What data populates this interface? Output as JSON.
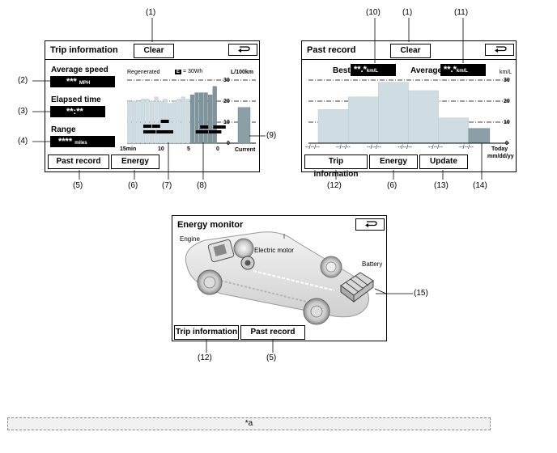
{
  "trip": {
    "title": "Trip information",
    "clear": "Clear",
    "avg_speed_label": "Average speed",
    "avg_speed_value": "***",
    "avg_speed_unit": "MPH",
    "elapsed_label": "Elapsed time",
    "elapsed_value": "**:**",
    "range_label": "Range",
    "range_value": "****",
    "range_unit": "miles",
    "regenerated": "Regenerated",
    "legend_glyph": "E",
    "legend_text": "= 30Wh",
    "unit": "L/100km",
    "x_ticks": [
      "15min",
      "10",
      "5",
      "0"
    ],
    "y_ticks": [
      "30",
      "20",
      "10",
      "0"
    ],
    "current": "Current",
    "past_record_btn": "Past record",
    "energy_btn": "Energy"
  },
  "past": {
    "title": "Past record",
    "clear": "Clear",
    "best_label": "Best",
    "best_value": "**.*",
    "best_unit": "km/L",
    "average_label": "Average",
    "average_value": "**.*",
    "average_unit": "km/L",
    "unit": "km/L",
    "y_ticks": [
      "30",
      "20",
      "10",
      "0"
    ],
    "date_ticks": [
      "--/--/--",
      "--/--/--",
      "--/--/--",
      "--/--/--",
      "--/--/--",
      "--/--/--"
    ],
    "today": "Today",
    "date_fmt": "mm/dd/yy",
    "trip_btn": "Trip information",
    "energy_btn": "Energy",
    "update_btn": "Update"
  },
  "energy": {
    "title": "Energy monitor",
    "engine": "Engine",
    "motor": "Electric motor",
    "battery": "Battery",
    "trip_btn": "Trip information",
    "past_btn": "Past record"
  },
  "callouts": {
    "c1": "(1)",
    "c2": "(2)",
    "c3": "(3)",
    "c4": "(4)",
    "c5": "(5)",
    "c6": "(6)",
    "c7": "(7)",
    "c8": "(8)",
    "c9": "(9)",
    "c10": "(10)",
    "c11": "(11)",
    "c12": "(12)",
    "c13": "(13)",
    "c14": "(14)",
    "c15": "(15)"
  },
  "footer": "*a",
  "chart_data": [
    {
      "type": "bar",
      "title": "",
      "ylabel": "L/100km",
      "ylim": [
        0,
        30
      ],
      "x_ticks": [
        "15min",
        "10",
        "5",
        "0"
      ],
      "values": [
        20,
        20,
        20,
        21,
        21,
        20,
        22,
        20,
        21,
        19,
        20,
        21,
        22,
        21,
        23,
        24,
        24,
        24,
        23,
        27
      ],
      "highlighted_last": 6,
      "current": 17
    },
    {
      "type": "bar",
      "title": "",
      "ylabel": "km/L",
      "ylim": [
        0,
        30
      ],
      "values": [
        16,
        22,
        29,
        25,
        12,
        7
      ],
      "last_is_today": true
    }
  ]
}
